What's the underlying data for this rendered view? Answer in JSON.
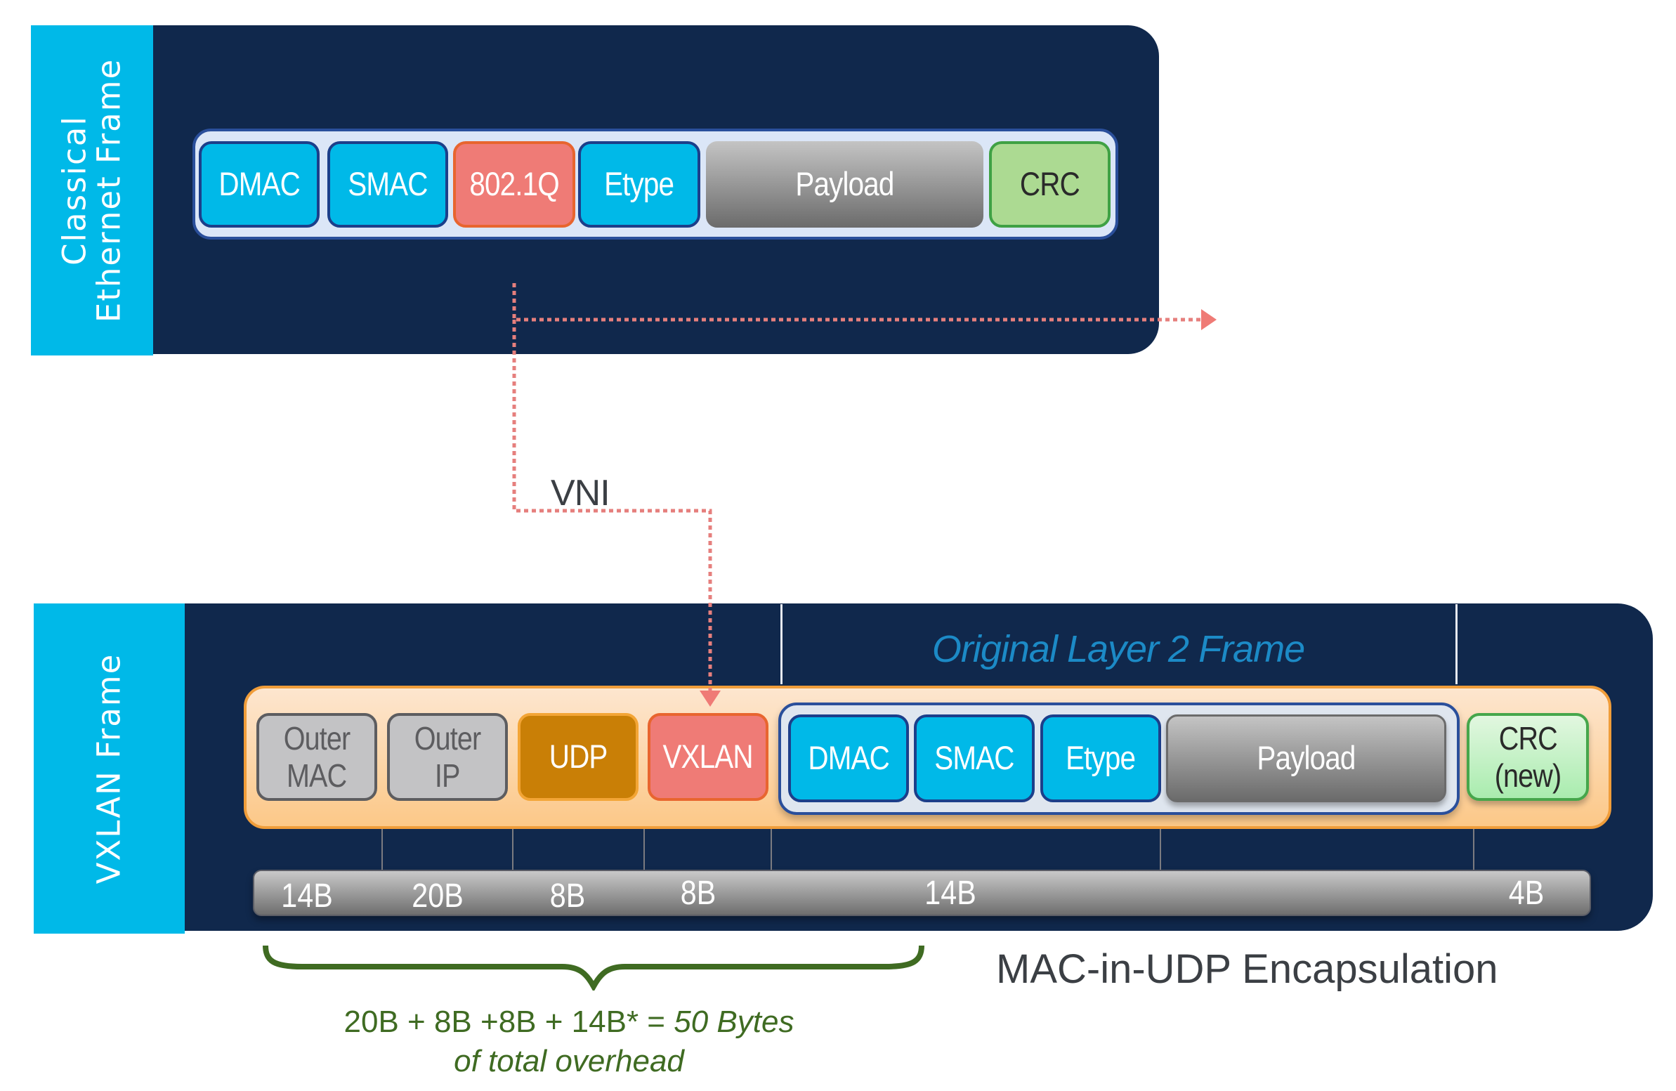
{
  "classical_frame": {
    "side_label_line1": "Classical",
    "side_label_line2": "Ethernet Frame",
    "fields": [
      {
        "label": "DMAC",
        "kind": "blue"
      },
      {
        "label": "SMAC",
        "kind": "blue"
      },
      {
        "label": "802.1Q",
        "kind": "red"
      },
      {
        "label": "Etype",
        "kind": "blue"
      },
      {
        "label": "Payload",
        "kind": "gray"
      },
      {
        "label": "CRC",
        "kind": "green"
      }
    ]
  },
  "connector": {
    "label": "VNI",
    "color": "#e67f7d"
  },
  "vxlan_frame": {
    "side_label": "VXLAN Frame",
    "original_frame_label": "Original Layer 2 Frame",
    "outer_fields": [
      {
        "label_line1": "Outer",
        "label_line2": "MAC",
        "kind": "outer"
      },
      {
        "label_line1": "Outer",
        "label_line2": "IP",
        "kind": "outer"
      },
      {
        "label_line1": "UDP",
        "label_line2": "",
        "kind": "udp"
      },
      {
        "label_line1": "VXLAN",
        "label_line2": "",
        "kind": "red"
      }
    ],
    "inner_fields": [
      {
        "label": "DMAC",
        "kind": "blue"
      },
      {
        "label": "SMAC",
        "kind": "blue"
      },
      {
        "label": "Etype",
        "kind": "blue"
      },
      {
        "label": "Payload",
        "kind": "gray"
      }
    ],
    "crc_field": {
      "label_line1": "CRC",
      "label_line2": "(new)"
    },
    "byte_sizes": [
      "14B",
      "20B",
      "8B",
      "8B",
      "14B",
      "4B"
    ]
  },
  "annotations": {
    "overhead_formula": "20B + 8B +8B + 14B* = ",
    "overhead_total": "50 Bytes",
    "overhead_suffix": "of total overhead",
    "encapsulation_title": "MAC-in-UDP Encapsulation"
  },
  "colors": {
    "frame_bg": "#10284c",
    "side_bar": "#00b9e8",
    "field_blue": "#00b9e8",
    "field_red": "#ef7b76",
    "field_green": "#acda92",
    "udp": "#c97f06",
    "outer_gray": "#c3c3c5",
    "orange_container": "#fde3c7",
    "original_label": "#1c8ac6",
    "annotation_green": "#3f6b22"
  }
}
